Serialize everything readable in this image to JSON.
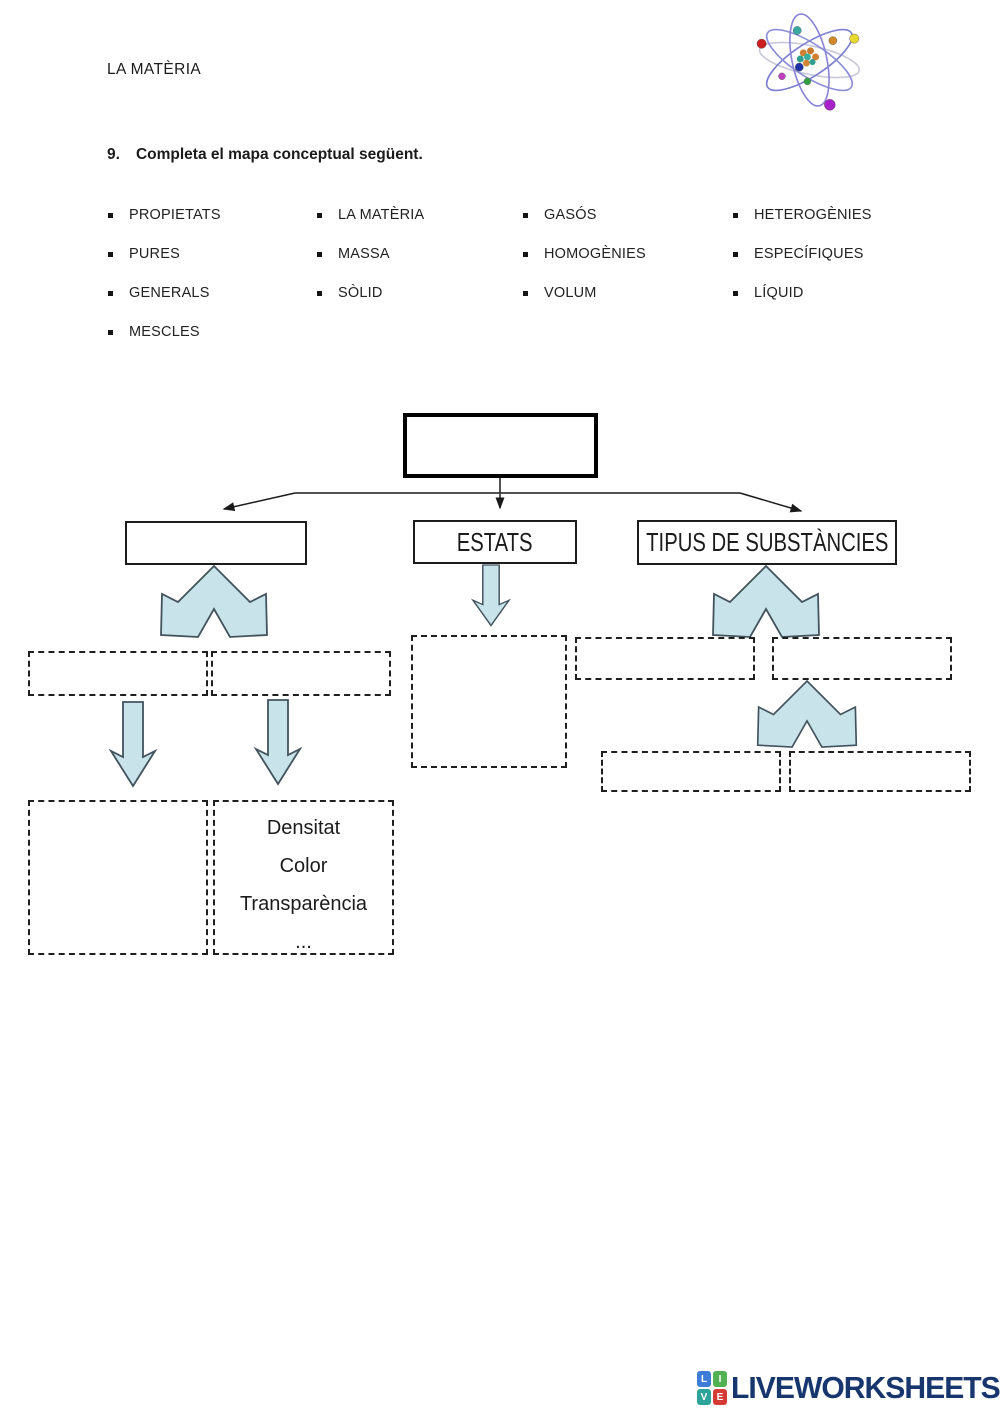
{
  "page": {
    "title": "LA MATÈRIA",
    "question_number": "9.",
    "question_text": "Completa el mapa conceptual següent."
  },
  "word_bank": {
    "columns": [
      [
        "PROPIETATS",
        "PURES",
        "GENERALS",
        "MESCLES"
      ],
      [
        "LA MATÈRIA",
        "MASSA",
        "SÒLID"
      ],
      [
        "GASÓS",
        "HOMOGÈNIES",
        "VOLUM"
      ],
      [
        "HETEROGÈNIES",
        "ESPECÍFIQUES",
        "LÍQUID"
      ]
    ]
  },
  "diagram": {
    "boxes": {
      "estats_label": "ESTATS",
      "tipus_label": "TIPUS DE SUBSTÀNCIES"
    },
    "slots": {
      "top": "",
      "branch_left": "",
      "left_row_1": "",
      "left_row_2": "",
      "left_bottom": "",
      "estats_target": "",
      "tipus_row_1": "",
      "tipus_row_2": "",
      "tipus_bottom_1": "",
      "tipus_bottom_2": ""
    },
    "properties_lines": [
      "Densitat",
      "Color",
      "Transparència",
      "..."
    ],
    "colors": {
      "arrow_fill": "#c8e3ea",
      "arrow_outline": "#43535e",
      "connector_line": "#1a1a1a"
    }
  },
  "icons": {
    "header": "atom-icon",
    "bullet": "square-bullet-icon"
  },
  "footer": {
    "logo_text": "LIVEWORKSHEETS",
    "logo_color": "#17366d",
    "logo_squares": [
      {
        "letter": "L",
        "color": "#3d7cd7"
      },
      {
        "letter": "I",
        "color": "#52b152"
      },
      {
        "letter": "V",
        "color": "#2da39a"
      },
      {
        "letter": "E",
        "color": "#d63a34"
      }
    ]
  }
}
